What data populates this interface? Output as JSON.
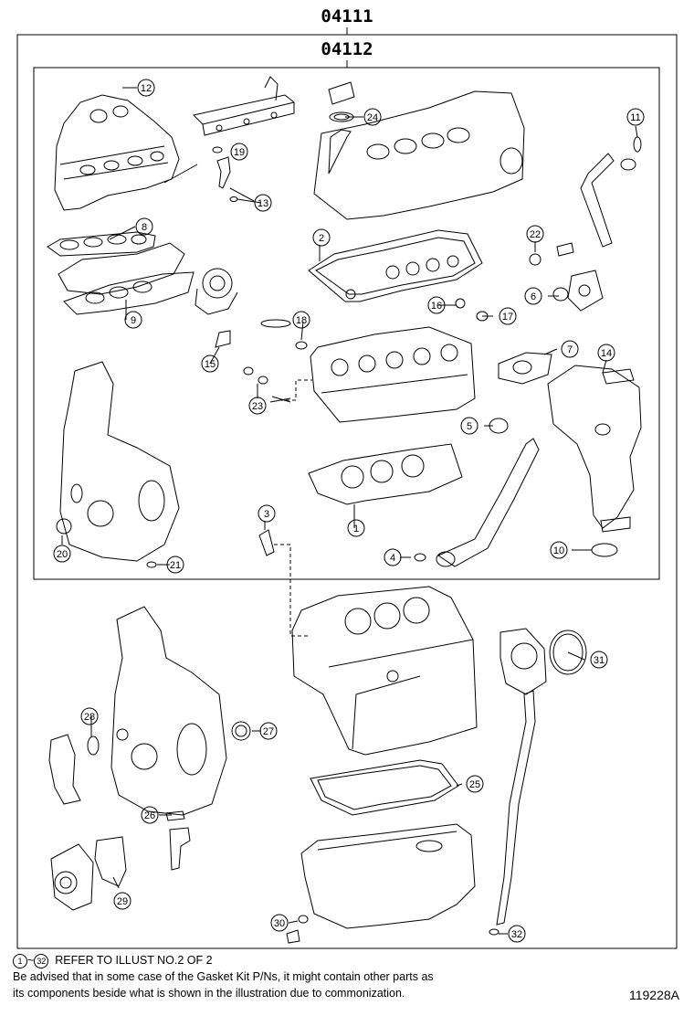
{
  "kits": {
    "outer_part_no": "04111",
    "inner_part_no": "04112"
  },
  "callouts": [
    "1",
    "2",
    "3",
    "4",
    "5",
    "6",
    "7",
    "8",
    "9",
    "10",
    "11",
    "12",
    "13",
    "14",
    "15",
    "16",
    "17",
    "18",
    "19",
    "20",
    "21",
    "22",
    "23",
    "24",
    "25",
    "26",
    "27",
    "28",
    "29",
    "30",
    "31",
    "32"
  ],
  "footer": {
    "range_start": "1",
    "range_sep": "~",
    "range_end": "32",
    "range_note": "REFER TO ILLUST NO.2 OF 2",
    "advisory_line1": "Be advised that in some case of the Gasket Kit P/Ns,  it might contain other parts as",
    "advisory_line2": "its components beside what is shown in the illustration due to commonization.",
    "illustration_id": "119228A"
  }
}
